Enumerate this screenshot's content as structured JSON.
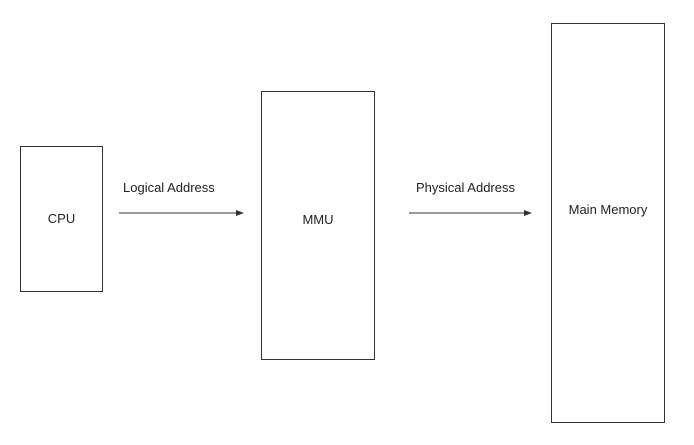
{
  "diagram": {
    "nodes": {
      "cpu": {
        "label": "CPU"
      },
      "mmu": {
        "label": "MMU"
      },
      "main_memory": {
        "label": "Main Memory"
      }
    },
    "edges": {
      "cpu_to_mmu": {
        "label": "Logical Address"
      },
      "mmu_to_memory": {
        "label": "Physical Address"
      }
    }
  }
}
